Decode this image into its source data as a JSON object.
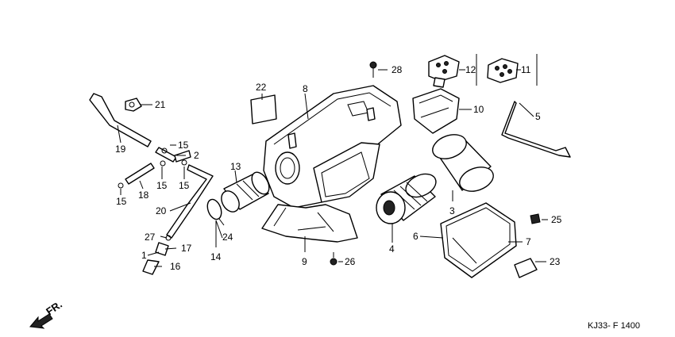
{
  "diagram_code": "KJ33- F 1400",
  "front_label": "FR.",
  "callouts": [
    {
      "id": "c1",
      "label": "1"
    },
    {
      "id": "c2",
      "label": "2"
    },
    {
      "id": "c3",
      "label": "3"
    },
    {
      "id": "c4",
      "label": "4"
    },
    {
      "id": "c5",
      "label": "5"
    },
    {
      "id": "c6",
      "label": "6"
    },
    {
      "id": "c7",
      "label": "7"
    },
    {
      "id": "c8",
      "label": "8"
    },
    {
      "id": "c9",
      "label": "9"
    },
    {
      "id": "c10",
      "label": "10"
    },
    {
      "id": "c11",
      "label": "11"
    },
    {
      "id": "c12",
      "label": "12"
    },
    {
      "id": "c13",
      "label": "13"
    },
    {
      "id": "c14",
      "label": "14"
    },
    {
      "id": "c15a",
      "label": "15"
    },
    {
      "id": "c15b",
      "label": "15"
    },
    {
      "id": "c15c",
      "label": "15"
    },
    {
      "id": "c15d",
      "label": "15"
    },
    {
      "id": "c16",
      "label": "16"
    },
    {
      "id": "c17",
      "label": "17"
    },
    {
      "id": "c18",
      "label": "18"
    },
    {
      "id": "c19",
      "label": "19"
    },
    {
      "id": "c20",
      "label": "20"
    },
    {
      "id": "c21",
      "label": "21"
    },
    {
      "id": "c22",
      "label": "22"
    },
    {
      "id": "c23",
      "label": "23"
    },
    {
      "id": "c24",
      "label": "24"
    },
    {
      "id": "c25",
      "label": "25"
    },
    {
      "id": "c26",
      "label": "26"
    },
    {
      "id": "c27",
      "label": "27"
    },
    {
      "id": "c28",
      "label": "28"
    }
  ]
}
